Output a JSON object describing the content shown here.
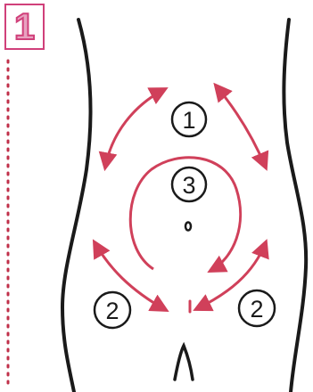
{
  "step": {
    "number": "1"
  },
  "zones": [
    {
      "label": "1",
      "meaning": "upper"
    },
    {
      "label": "3",
      "meaning": "center"
    },
    {
      "label": "2",
      "meaning": "lower-left"
    },
    {
      "label": "2",
      "meaning": "lower-right"
    }
  ],
  "colors": {
    "arrow": "#d0405a",
    "outline": "#1a1a1a",
    "badge_border": "#d0407a",
    "badge_fill": "#e8a2c0",
    "margin_dots": "#c0304a"
  }
}
